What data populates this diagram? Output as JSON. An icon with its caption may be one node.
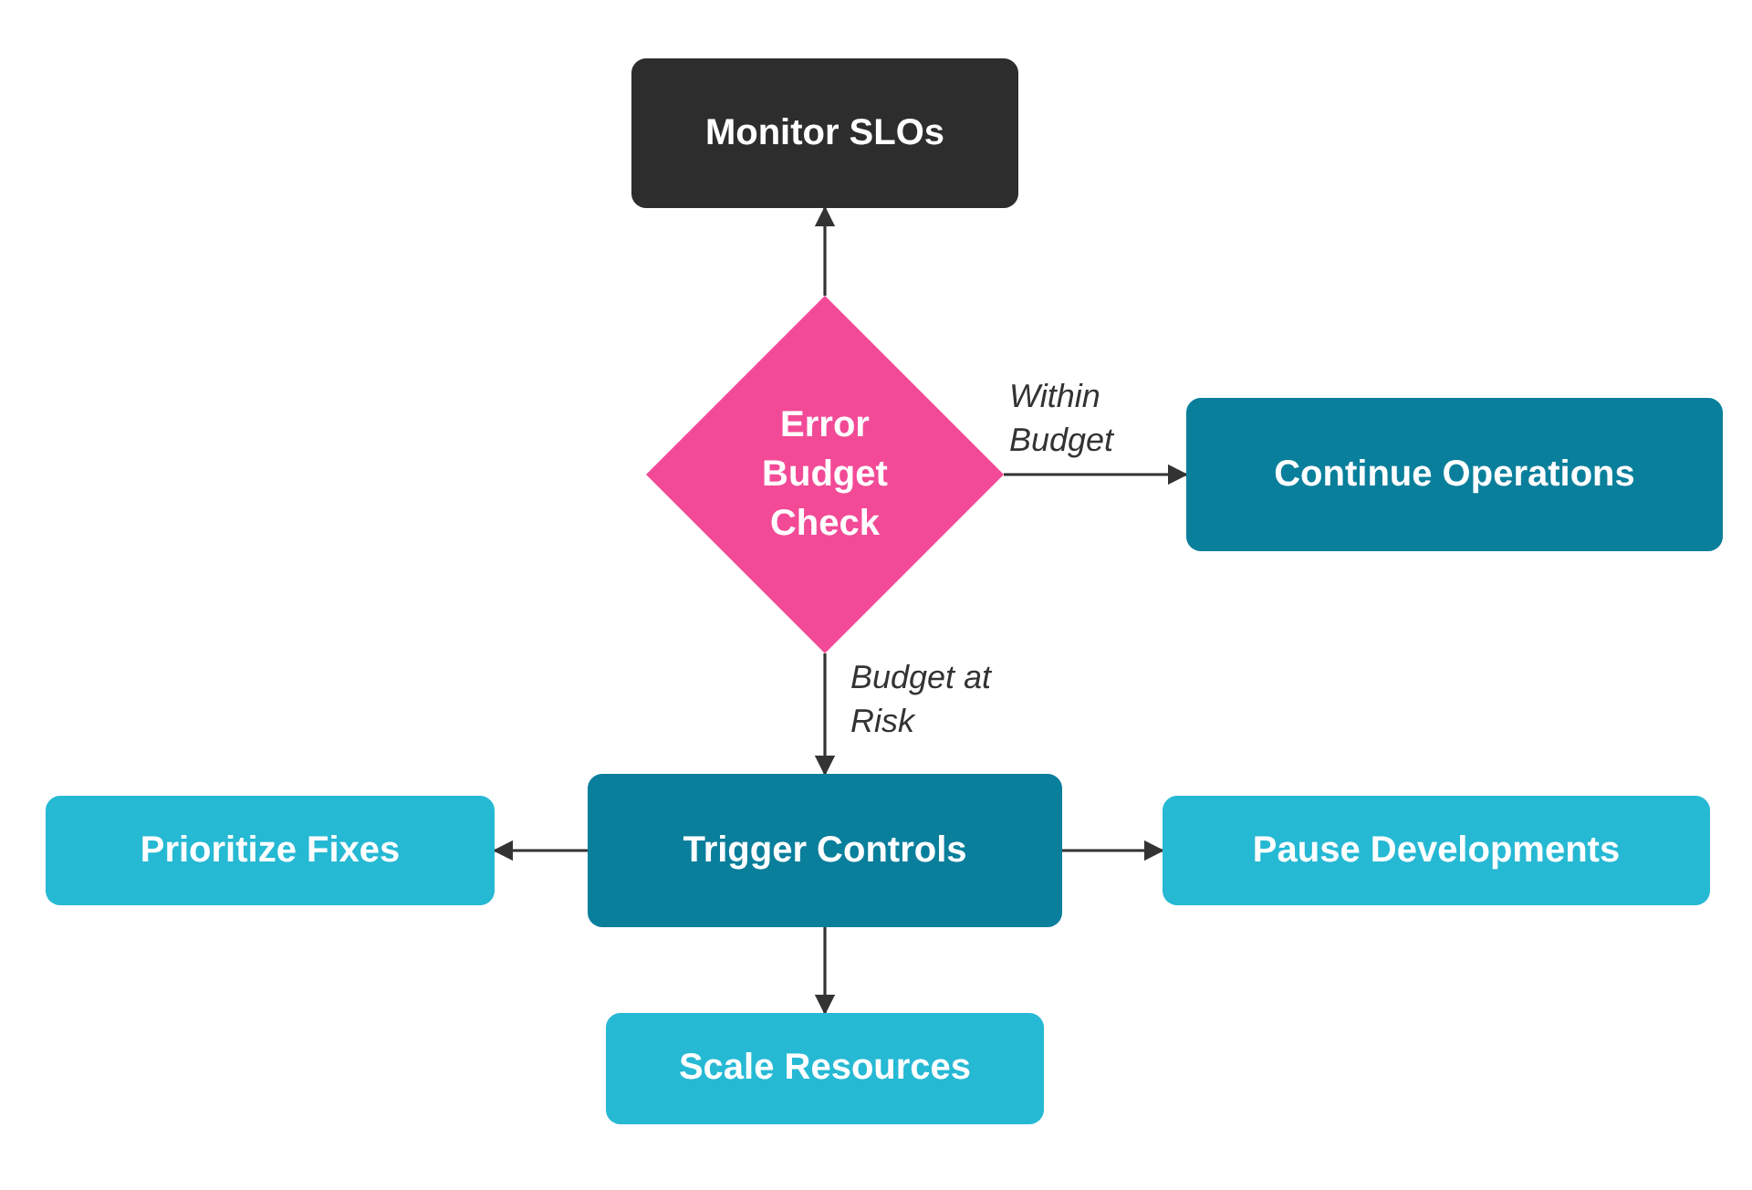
{
  "diagram": {
    "nodes": [
      {
        "text": [
          "Monitor SLOs"
        ]
      },
      {
        "text": [
          "Error Budget Check"
        ]
      },
      {
        "text": [
          "Continue Operations"
        ]
      },
      {
        "text": [
          "Trigger Controls"
        ]
      },
      {
        "text": [
          "Prioritize Fixes"
        ]
      },
      {
        "text": [
          "Pause Developments"
        ]
      },
      {
        "text": [
          "Scale Resources"
        ]
      }
    ],
    "edges": [
      {
        "from": 1,
        "to": 0,
        "arrow": "to"
      },
      {
        "from": 1,
        "to": 2,
        "arrow": "to",
        "label": "Within Budget"
      },
      {
        "from": 1,
        "to": 3,
        "arrow": "to",
        "label": "Budget at Risk"
      },
      {
        "from": 3,
        "to": 4,
        "arrow": "to"
      },
      {
        "from": 3,
        "to": 5,
        "arrow": "to"
      },
      {
        "from": 3,
        "to": 6,
        "arrow": "to"
      }
    ]
  }
}
